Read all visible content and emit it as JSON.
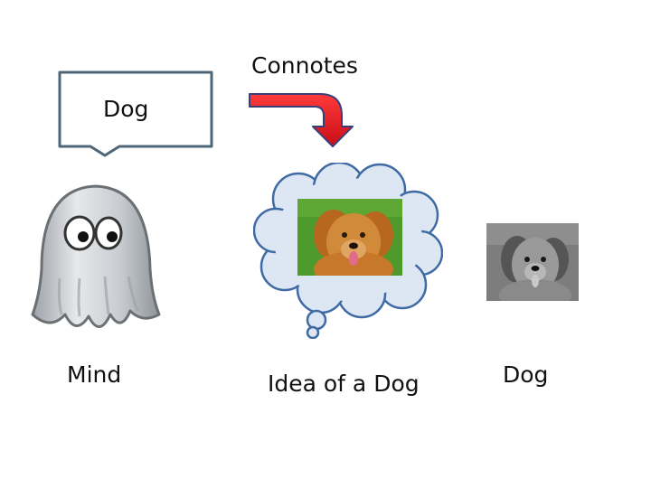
{
  "speech_bubble": {
    "text": "Dog"
  },
  "arrow": {
    "label": "Connotes",
    "color": "#e8141b"
  },
  "ghost": {
    "label": "Mind",
    "icon": "ghost-icon"
  },
  "thought_cloud": {
    "label": "Idea of a Dog",
    "image": "golden-retriever-color-photo"
  },
  "real_dog": {
    "label": "Dog",
    "image": "golden-retriever-grayscale-photo"
  },
  "colors": {
    "bubble_border": "#4d6678",
    "cloud_fill": "#dde7f4",
    "cloud_border": "#3f6aa3",
    "grass": "#4f9a2c"
  }
}
